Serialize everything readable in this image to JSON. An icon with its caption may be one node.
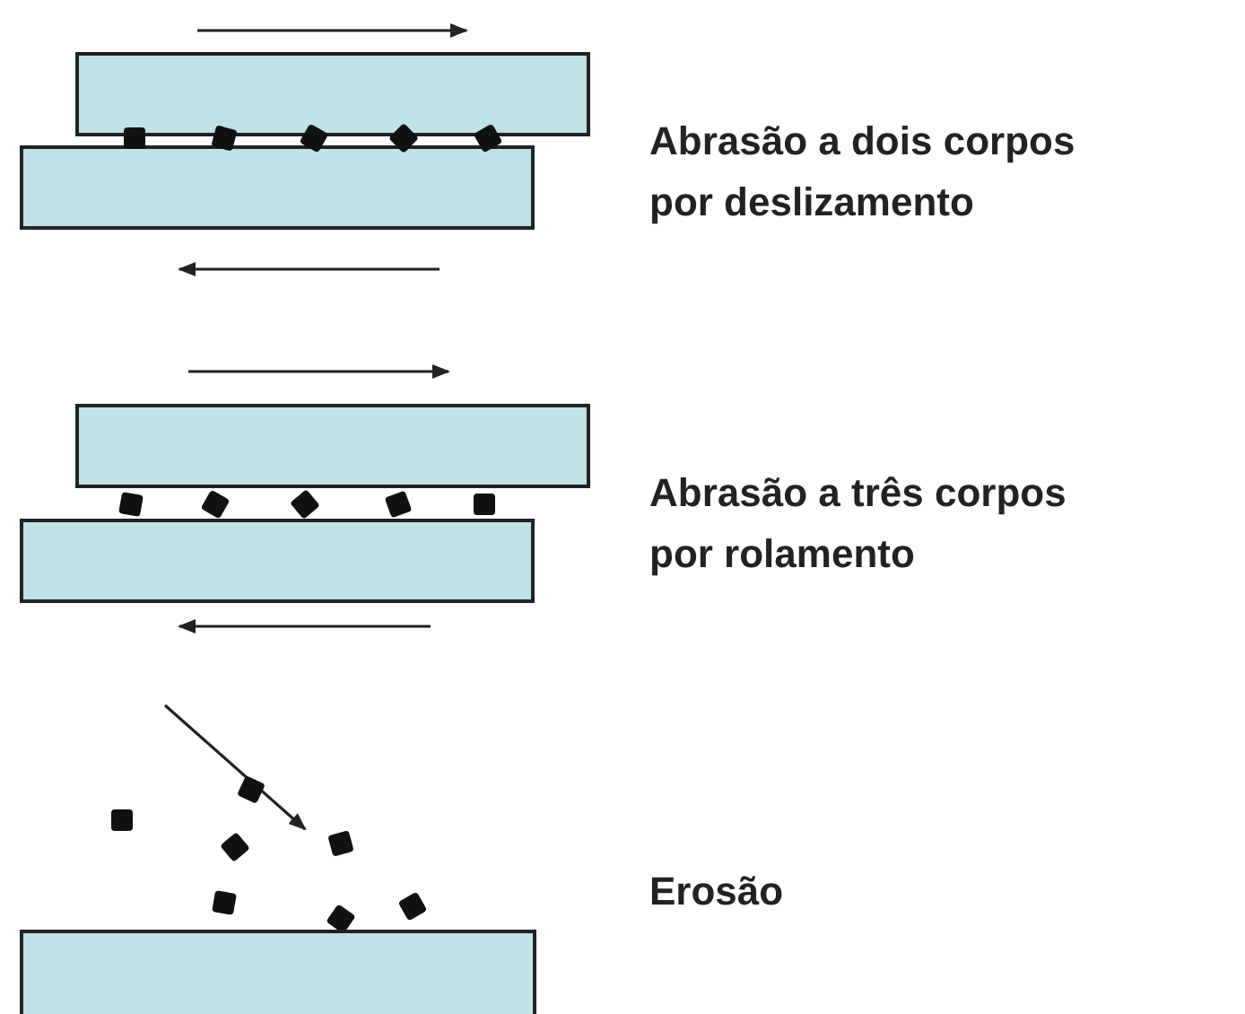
{
  "diagram": {
    "labels": [
      "Abrasão a dois corpos por deslizamento",
      "Abrasão a três corpos por rolamento",
      "Erosão"
    ]
  }
}
